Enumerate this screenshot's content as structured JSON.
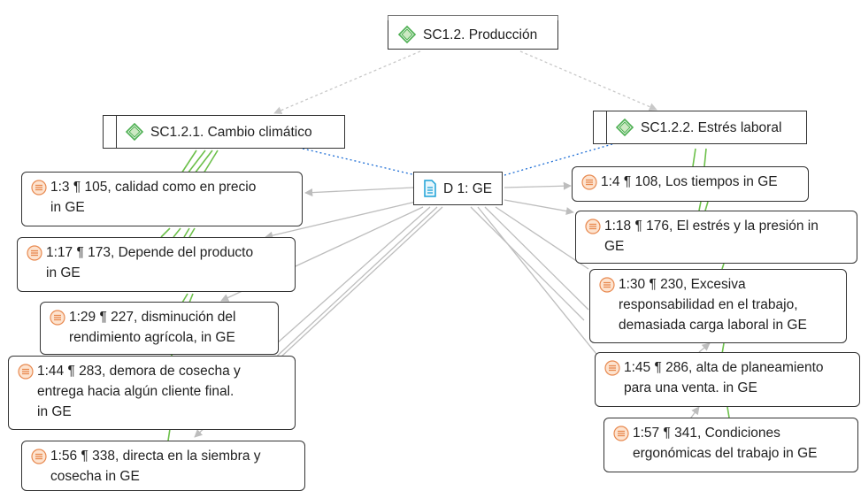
{
  "codes": {
    "root": {
      "label": "SC1.2. Producción"
    },
    "left": {
      "label": "SC1.2.1. Cambio climático"
    },
    "right": {
      "label": "SC1.2.2. Estrés laboral"
    }
  },
  "document": {
    "label": "D 1: GE"
  },
  "quotations": [
    {
      "id": "q1",
      "text": "1:3 ¶ 105, calidad como en precio\nin GE"
    },
    {
      "id": "q2",
      "text": "1:17 ¶ 173, Depende del producto\nin GE"
    },
    {
      "id": "q3",
      "text": "1:29 ¶ 227, disminución del\nrendimiento agrícola, in GE"
    },
    {
      "id": "q4",
      "text": "1:44 ¶ 283, demora de cosecha y\nentrega hacia algún cliente final.\nin GE"
    },
    {
      "id": "q5",
      "text": "1:56 ¶ 338, directa en la siembra y\ncosecha in GE"
    },
    {
      "id": "q6",
      "text": "1:4 ¶ 108, Los tiempos in GE"
    },
    {
      "id": "q7",
      "text": "1:18 ¶ 176, El estrés y la presión in\nGE"
    },
    {
      "id": "q8",
      "text": "1:30 ¶ 230, Excesiva\nresponsabilidad en el trabajo,\ndemasiada carga laboral in GE"
    },
    {
      "id": "q9",
      "text": "1:45 ¶ 286, alta de planeamiento\npara una venta. in GE"
    },
    {
      "id": "q10",
      "text": "1:57 ¶ 341, Condiciones\nergonómicas del trabajo in GE"
    }
  ],
  "colors": {
    "code_icon": "#4caf50",
    "doc_icon": "#1ba1d6",
    "quote_icon": "#e8894f",
    "green_link": "#6cc04a",
    "gray_link": "#bdbdbd",
    "blue_link": "#1f6fd6",
    "dashed_link": "#bfbfbf"
  }
}
